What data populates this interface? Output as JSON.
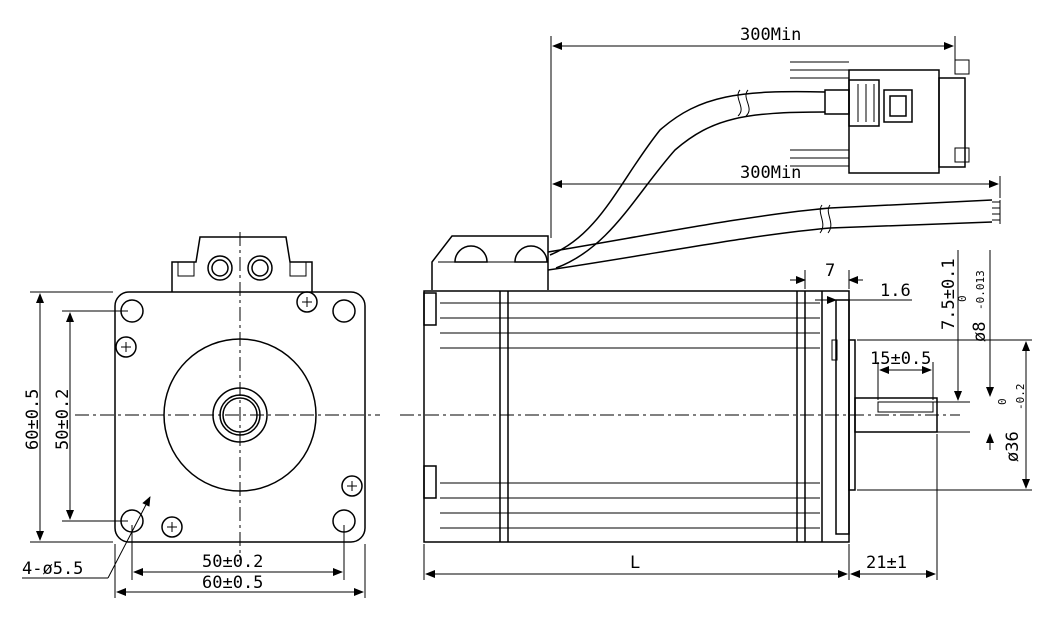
{
  "dimensions": {
    "cable_len_top": "300Min",
    "cable_len_mid": "300Min",
    "width_outer_v": "60±0.5",
    "width_hole_v": "50±0.2",
    "width_outer_h": "60±0.5",
    "width_hole_h": "50±0.2",
    "holes": "4-ø5.5",
    "flange_7": "7",
    "flange_16": "1.6",
    "key_75": "7.5±0.1",
    "shaft_dia": "ø8",
    "shaft_tol_top": "0",
    "shaft_tol_bot": "-0.013",
    "key_len": "15±0.5",
    "pilot_dia": "ø36",
    "pilot_tol_top": "0",
    "pilot_tol_bot": "-0.2",
    "body_len": "L",
    "shaft_len": "21±1"
  }
}
